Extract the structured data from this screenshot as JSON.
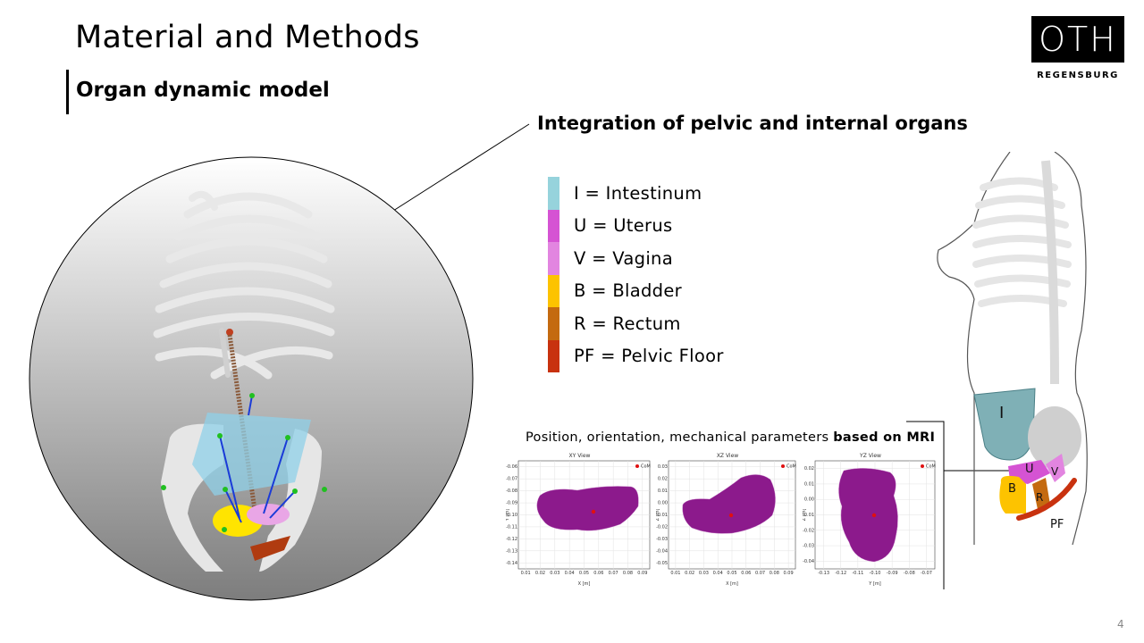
{
  "title": "Material and Methods",
  "subtitle": "Organ dynamic model",
  "logo": {
    "text": "OTH",
    "city": "REGENSBURG"
  },
  "section_heading": "Integration of pelvic and internal organs",
  "legend": [
    {
      "label": "I = Intestinum",
      "color": "#96d3dc"
    },
    {
      "label": "U = Uterus",
      "color": "#d553d3"
    },
    {
      "label": "V = Vagina",
      "color": "#e285e0"
    },
    {
      "label": "B = Bladder",
      "color": "#fdc300"
    },
    {
      "label": "R = Rectum",
      "color": "#c46a10"
    },
    {
      "label": "PF = Pelvic Floor",
      "color": "#c8320f"
    }
  ],
  "mri_caption": {
    "normal": "Position, orientation, mechanical parameters ",
    "bold": "based on MRI"
  },
  "plots": [
    {
      "title": "XY View",
      "legend": "CoM",
      "xlabel": "X [m]",
      "ylabel": "Y [m]",
      "xticks": [
        "0.01",
        "0.02",
        "0.03",
        "0.04",
        "0.05",
        "0.06",
        "0.07",
        "0.08",
        "0.09"
      ],
      "yticks": [
        "-0.06",
        "-0.07",
        "-0.08",
        "-0.09",
        "-0.10",
        "-0.11",
        "-0.12",
        "-0.13",
        "-0.14"
      ]
    },
    {
      "title": "XZ View",
      "legend": "CoM",
      "xlabel": "X [m]",
      "ylabel": "Z [m]",
      "xticks": [
        "0.01",
        "0.02",
        "0.03",
        "0.04",
        "0.05",
        "0.06",
        "0.07",
        "0.08",
        "0.09"
      ],
      "yticks": [
        "0.03",
        "0.02",
        "0.01",
        "0.00",
        "-0.01",
        "-0.02",
        "-0.03",
        "-0.04",
        "-0.05"
      ]
    },
    {
      "title": "YZ View",
      "legend": "CoM",
      "xlabel": "Y [m]",
      "ylabel": "Z [m]",
      "xticks": [
        "-0.13",
        "-0.12",
        "-0.11",
        "-0.10",
        "-0.09",
        "-0.08",
        "-0.07"
      ],
      "yticks": [
        "0.02",
        "0.01",
        "0.00",
        "-0.01",
        "-0.02",
        "-0.03",
        "-0.04"
      ]
    }
  ],
  "organ_labels": {
    "I": "I",
    "U": "U",
    "V": "V",
    "B": "B",
    "R": "R",
    "PF": "PF"
  },
  "page_number": "4",
  "colors": {
    "mesh": "#8c1a8c",
    "com": "#e01010",
    "intestine": "#7fb0b6"
  }
}
